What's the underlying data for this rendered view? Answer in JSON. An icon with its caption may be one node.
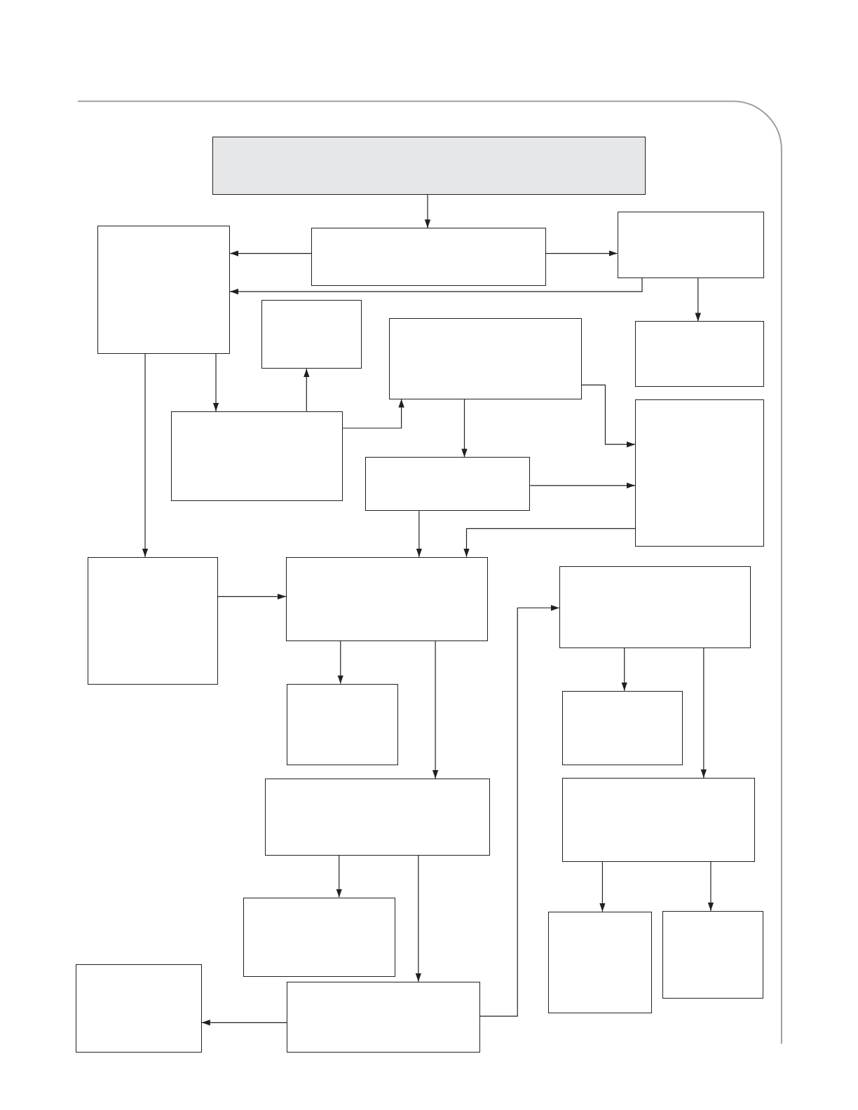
{
  "diagram": {
    "nodes": [
      {
        "text": [],
        "shape": "box"
      },
      {
        "text": [],
        "shape": "box"
      },
      {
        "text": [],
        "shape": "box"
      },
      {
        "text": [],
        "shape": "box"
      },
      {
        "text": [],
        "shape": "box"
      },
      {
        "text": [],
        "shape": "box"
      },
      {
        "text": [],
        "shape": "box"
      },
      {
        "text": [],
        "shape": "box"
      },
      {
        "text": [],
        "shape": "box"
      },
      {
        "text": [],
        "shape": "box"
      },
      {
        "text": [],
        "shape": "box"
      },
      {
        "text": [],
        "shape": "box"
      },
      {
        "text": [],
        "shape": "box"
      },
      {
        "text": [],
        "shape": "box"
      },
      {
        "text": [],
        "shape": "box"
      },
      {
        "text": [],
        "shape": "box"
      },
      {
        "text": [],
        "shape": "box"
      },
      {
        "text": [],
        "shape": "box"
      },
      {
        "text": [],
        "shape": "box"
      },
      {
        "text": [],
        "shape": "box"
      },
      {
        "text": [],
        "shape": "box"
      },
      {
        "text": [],
        "shape": "box"
      }
    ],
    "edges": [
      {
        "from": 0,
        "to": 1,
        "arrow": "to"
      },
      {
        "from": 1,
        "to": 2,
        "arrow": "to"
      },
      {
        "from": 1,
        "to": 3,
        "arrow": "to"
      },
      {
        "from": 3,
        "to": 2,
        "arrow": "to"
      },
      {
        "from": 3,
        "to": 6,
        "arrow": "to"
      },
      {
        "from": 2,
        "to": 10,
        "arrow": "to"
      },
      {
        "from": 2,
        "to": 7,
        "arrow": "to"
      },
      {
        "from": 7,
        "to": 4,
        "arrow": "to"
      },
      {
        "from": 7,
        "to": 5,
        "arrow": "to"
      },
      {
        "from": 5,
        "to": 9,
        "arrow": "to"
      },
      {
        "from": 5,
        "to": 8,
        "arrow": "to"
      },
      {
        "from": 9,
        "to": 8,
        "arrow": "to"
      },
      {
        "from": 9,
        "to": 11,
        "arrow": "to"
      },
      {
        "from": 8,
        "to": 11,
        "arrow": "to"
      },
      {
        "from": 10,
        "to": 11,
        "arrow": "to"
      },
      {
        "from": 11,
        "to": 13,
        "arrow": "to"
      },
      {
        "from": 11,
        "to": 15,
        "arrow": "to"
      },
      {
        "from": 12,
        "to": 14,
        "arrow": "to"
      },
      {
        "from": 12,
        "to": 16,
        "arrow": "to"
      },
      {
        "from": 15,
        "to": 17,
        "arrow": "to"
      },
      {
        "from": 15,
        "to": 21,
        "arrow": "to"
      },
      {
        "from": 21,
        "to": 20,
        "arrow": "to"
      },
      {
        "from": 21,
        "to": 12,
        "arrow": "to"
      },
      {
        "from": 16,
        "to": 18,
        "arrow": "to"
      },
      {
        "from": 16,
        "to": 19,
        "arrow": "to"
      }
    ]
  }
}
